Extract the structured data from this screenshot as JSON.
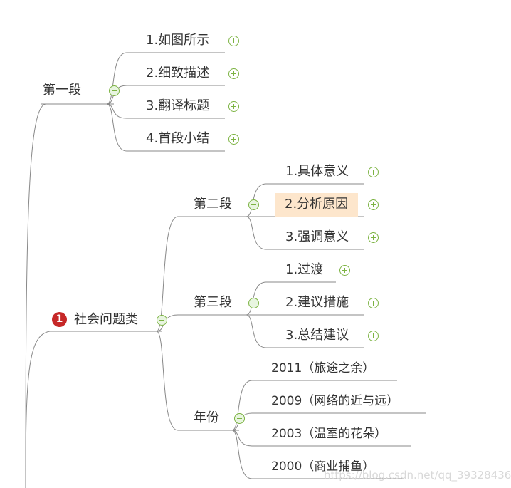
{
  "tree": {
    "root": {
      "label": "社会问题类",
      "badge": "1",
      "children": [
        {
          "label": "第一段",
          "children": [
            "1.如图所示",
            "2.细致描述",
            "3.翻译标题",
            "4.首段小结"
          ]
        },
        {
          "label": "第二段",
          "children": [
            "1.具体意义",
            "2.分析原因",
            "3.强调意义"
          ],
          "highlighted_child": 1
        },
        {
          "label": "第三段",
          "children": [
            "1.过渡",
            "2.建议措施",
            "3.总结建议"
          ]
        },
        {
          "label": "年份",
          "children": [
            "2011（旅途之余）",
            "2009（网络的近与远）",
            "2003（温室的花朵）",
            "2000（商业捕鱼）"
          ]
        }
      ]
    }
  },
  "colors": {
    "line": "#888888",
    "toggle": "#7cb342",
    "badge": "#c62828",
    "highlight": "#fde6cc",
    "text": "#333333"
  },
  "watermark": "https://blog.csdn.net/qq_39328436"
}
